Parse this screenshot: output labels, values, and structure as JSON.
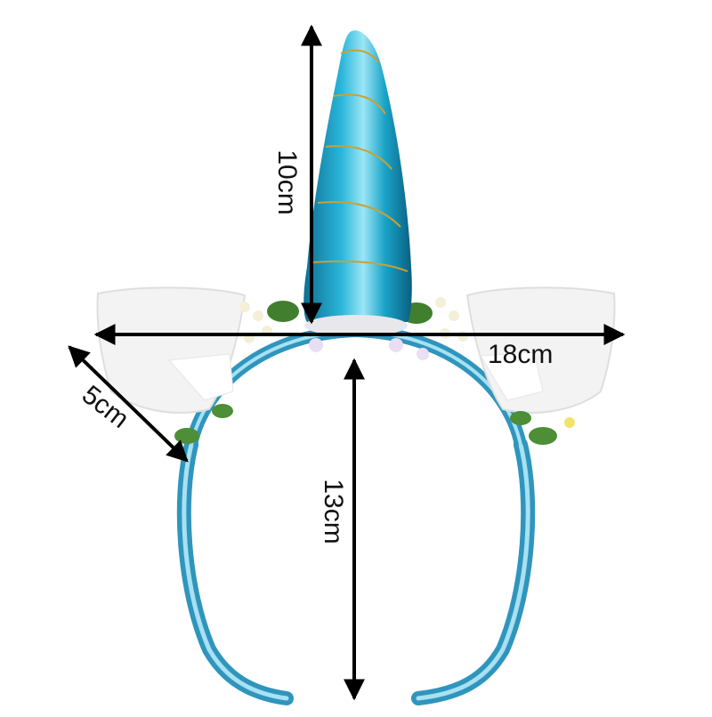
{
  "dimensions": {
    "horn_height": "10cm",
    "headband_height": "13cm",
    "width": "18cm",
    "ear_size": "5cm"
  },
  "colors": {
    "horn": "#1aa3c8",
    "horn_highlight": "#7fd9ef",
    "horn_shadow": "#0c6f93",
    "gold_stitch": "#c8a233",
    "band": "#4fb6d8",
    "band_highlight": "#a7e1f2",
    "ear": "#f3f3f3",
    "ear_inner": "#ffffff",
    "leaf": "#3f7f2e",
    "flower": "#f4f0d8",
    "arrow": "#000000"
  }
}
